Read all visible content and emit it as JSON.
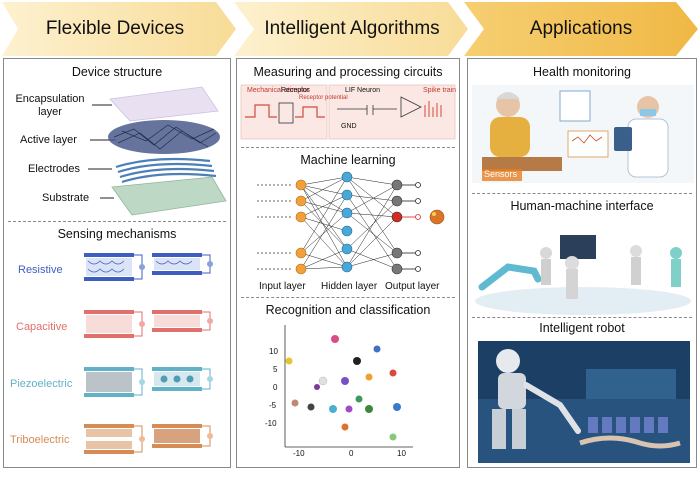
{
  "banners": [
    "Flexible Devices",
    "Intelligent Algorithms",
    "Applications"
  ],
  "colors": {
    "banner_light": "#fbe7b0",
    "banner_dark": "#f3c15c",
    "resistive": "#3f5fc0",
    "capacitive": "#e0706a",
    "piezoelectric": "#61b2c8",
    "triboelectric": "#d78b55"
  },
  "device_structure": {
    "title": "Device structure",
    "layers": [
      "Encapsulation layer",
      "Active layer",
      "Electrodes",
      "Substrate"
    ]
  },
  "sensing": {
    "title": "Sensing mechanisms",
    "mechanisms": [
      "Resistive",
      "Capacitive",
      "Piezoelectric",
      "Triboelectric"
    ]
  },
  "circuits": {
    "title": "Measuring and processing circuits",
    "labels": [
      "Mechanical stimulus",
      "Receptor",
      "Receptor potential",
      "LIF Neuron",
      "Spike train",
      "GND"
    ]
  },
  "ml": {
    "title": "Machine learning",
    "layers": [
      "Input layer",
      "Hidden layer",
      "Output layer"
    ]
  },
  "recognition": {
    "title": "Recognition and classification",
    "y_ticks": [
      "10",
      "5",
      "0",
      "-5",
      "-10"
    ],
    "x_ticks": [
      "-10",
      "0",
      "10"
    ]
  },
  "apps": {
    "health": "Health monitoring",
    "hmi": "Human-machine interface",
    "robot": "Intelligent robot",
    "sensor_tag": "Sensors"
  }
}
